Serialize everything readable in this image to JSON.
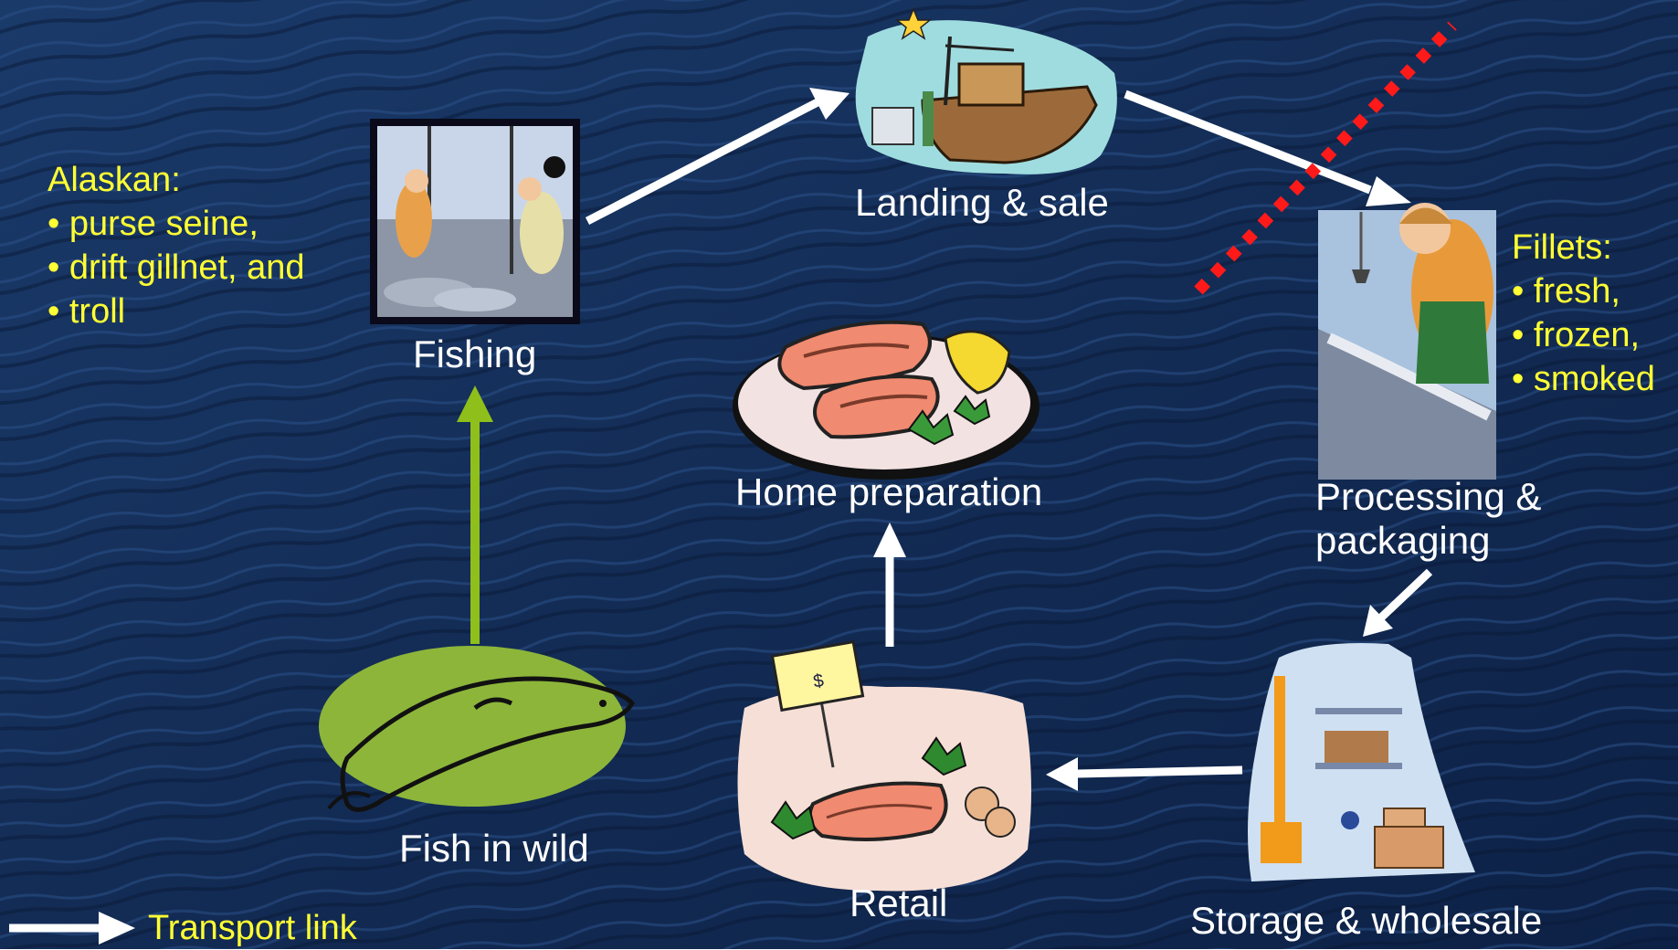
{
  "nodes": {
    "landing": "Landing & sale",
    "fishing": "Fishing",
    "home": "Home preparation",
    "processing_1": "Processing &",
    "processing_2": "packaging",
    "storage": "Storage & wholesale",
    "retail": "Retail",
    "wild": "Fish in wild"
  },
  "alaskan": {
    "title": "Alaskan:",
    "items": [
      "• purse seine,",
      "• drift gillnet, and",
      "• troll"
    ]
  },
  "fillets": {
    "title": "Fillets:",
    "items": [
      "• fresh,",
      "• frozen,",
      "• smoked"
    ]
  },
  "legend": {
    "label": "Transport link"
  },
  "price_sign": "$",
  "colors": {
    "background": "#14305a",
    "label": "#ffffff",
    "note": "#ffff33",
    "wild_arrow": "#8fbf1a",
    "barrier": "#ff0000"
  }
}
